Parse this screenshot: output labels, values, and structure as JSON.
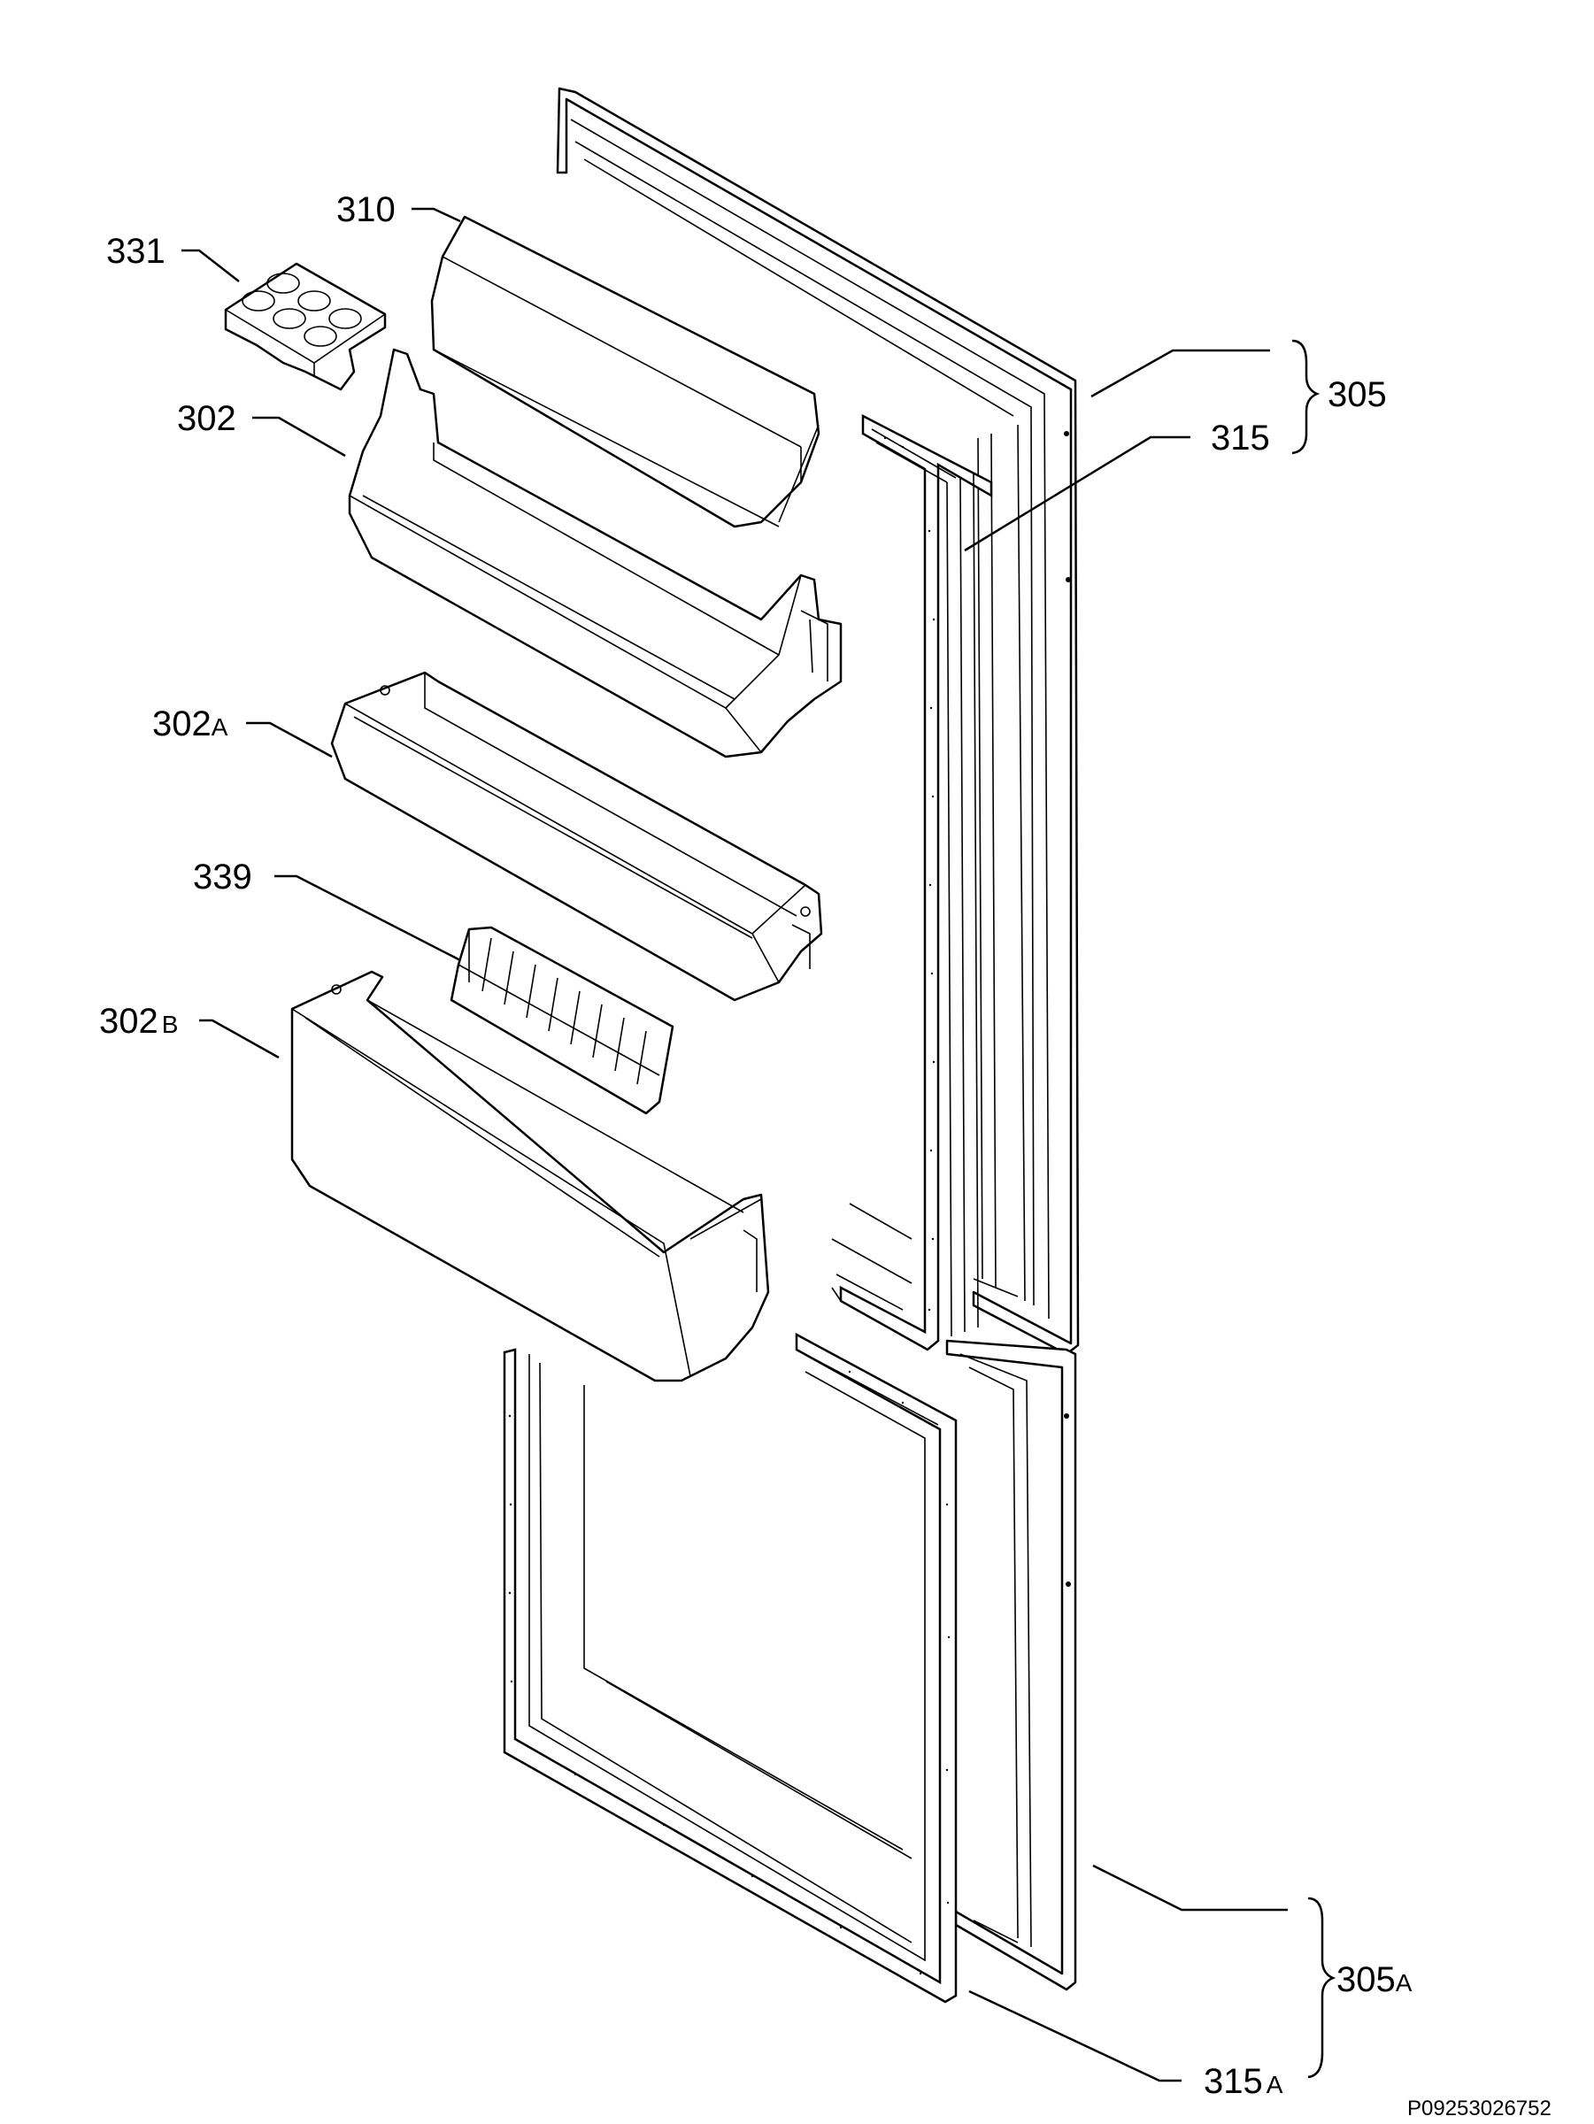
{
  "labels": {
    "l331": "331",
    "l310": "310",
    "l302": "302",
    "l302a_num": "302",
    "l302a_suf": "A",
    "l339": "339",
    "l302b_num": "302",
    "l302b_suf": "B",
    "l305": "305",
    "l315": "315",
    "l305a_num": "305",
    "l305a_suf": "A",
    "l315a_num": "315",
    "l315a_suf": "A"
  },
  "doc_id": "P09253026752"
}
